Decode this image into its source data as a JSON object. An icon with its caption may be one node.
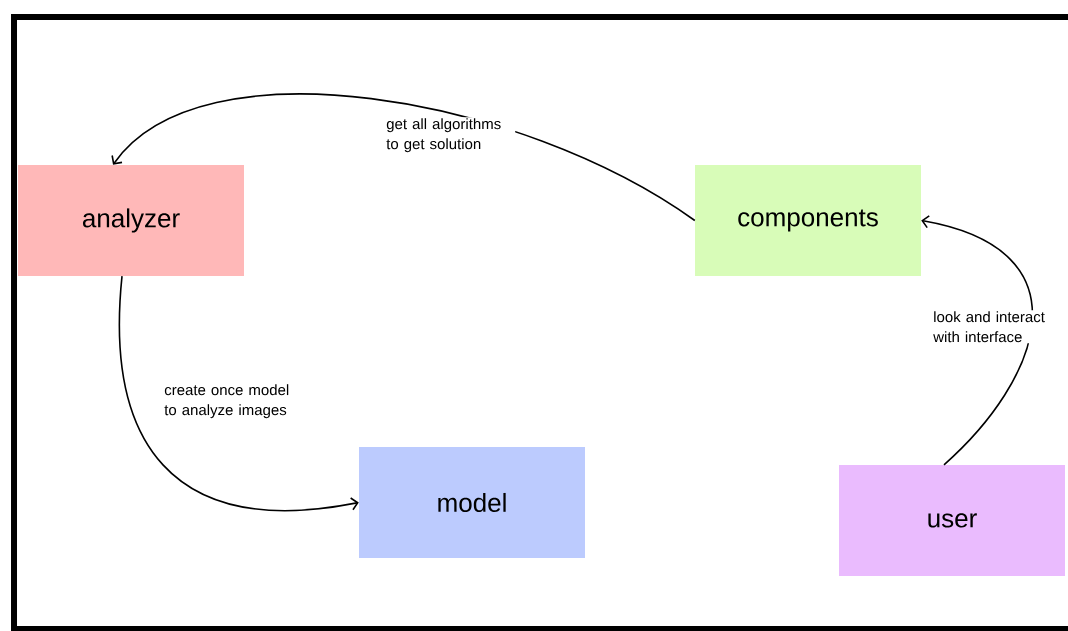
{
  "diagram": {
    "nodes": [
      {
        "text": [
          "analyzer"
        ]
      },
      {
        "text": [
          "components"
        ]
      },
      {
        "text": [
          "model"
        ]
      },
      {
        "text": [
          "user"
        ]
      }
    ],
    "edges": [
      {
        "from": 1,
        "to": 0,
        "arrow": "to",
        "label": "get all algorithms to get solution"
      },
      {
        "from": 0,
        "to": 2,
        "arrow": "to",
        "label": "create once model to analyze images"
      },
      {
        "from": 3,
        "to": 1,
        "arrow": "to",
        "label": "look and interact with interface"
      }
    ]
  }
}
